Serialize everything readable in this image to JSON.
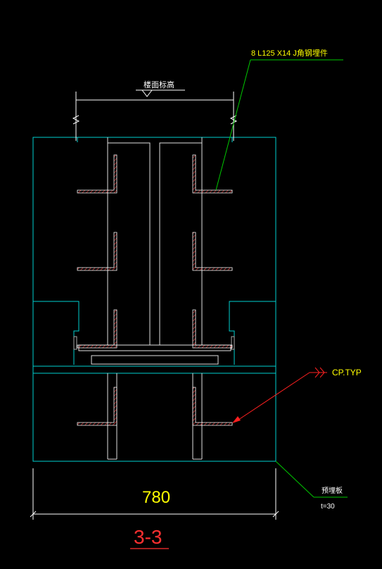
{
  "labels": {
    "angle_callout": "8 L125 X14 J角钢埋件",
    "slab_level": "楼面标高",
    "weld_callout": "CP.TYP",
    "plate_callout": "预埋板",
    "plate_thickness": "t=30",
    "dimension_width": "780",
    "section_title": "3-3"
  },
  "colors": {
    "background": "#000000",
    "outline": "#00d0d0",
    "steel": "#ffffff",
    "angle_hatch": "#ff4040",
    "leader_green": "#00c800",
    "leader_red": "#ff2020",
    "label_yellow": "#ffff00",
    "title_red": "#ff3030"
  }
}
